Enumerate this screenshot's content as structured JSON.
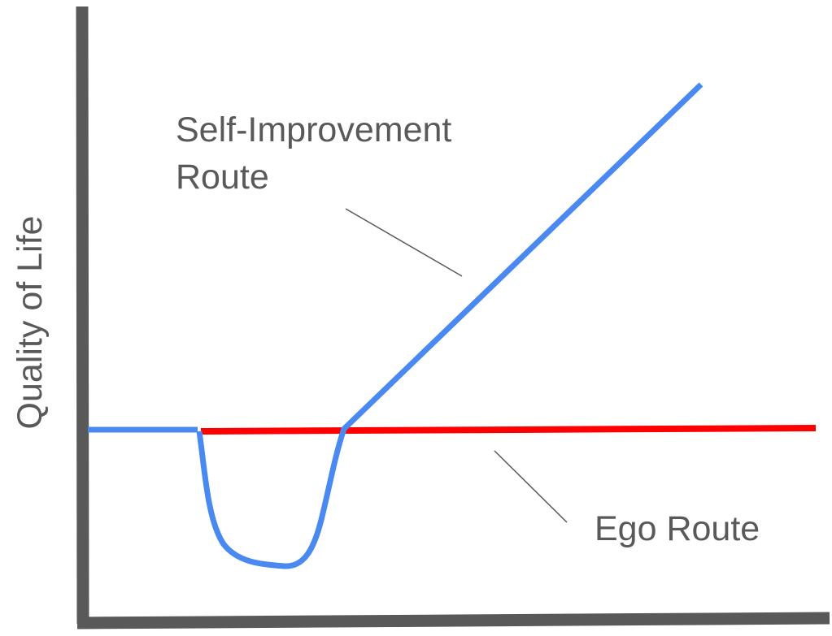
{
  "y_axis_label": "Quality of Life",
  "labels": {
    "self_improvement_line1": "Self-Improvement",
    "self_improvement_line2": "Route",
    "ego": "Ego Route"
  },
  "colors": {
    "axis": "#595959",
    "self_improvement": "#4a89f0",
    "ego": "#ff0000",
    "pointer": "#595959"
  }
}
